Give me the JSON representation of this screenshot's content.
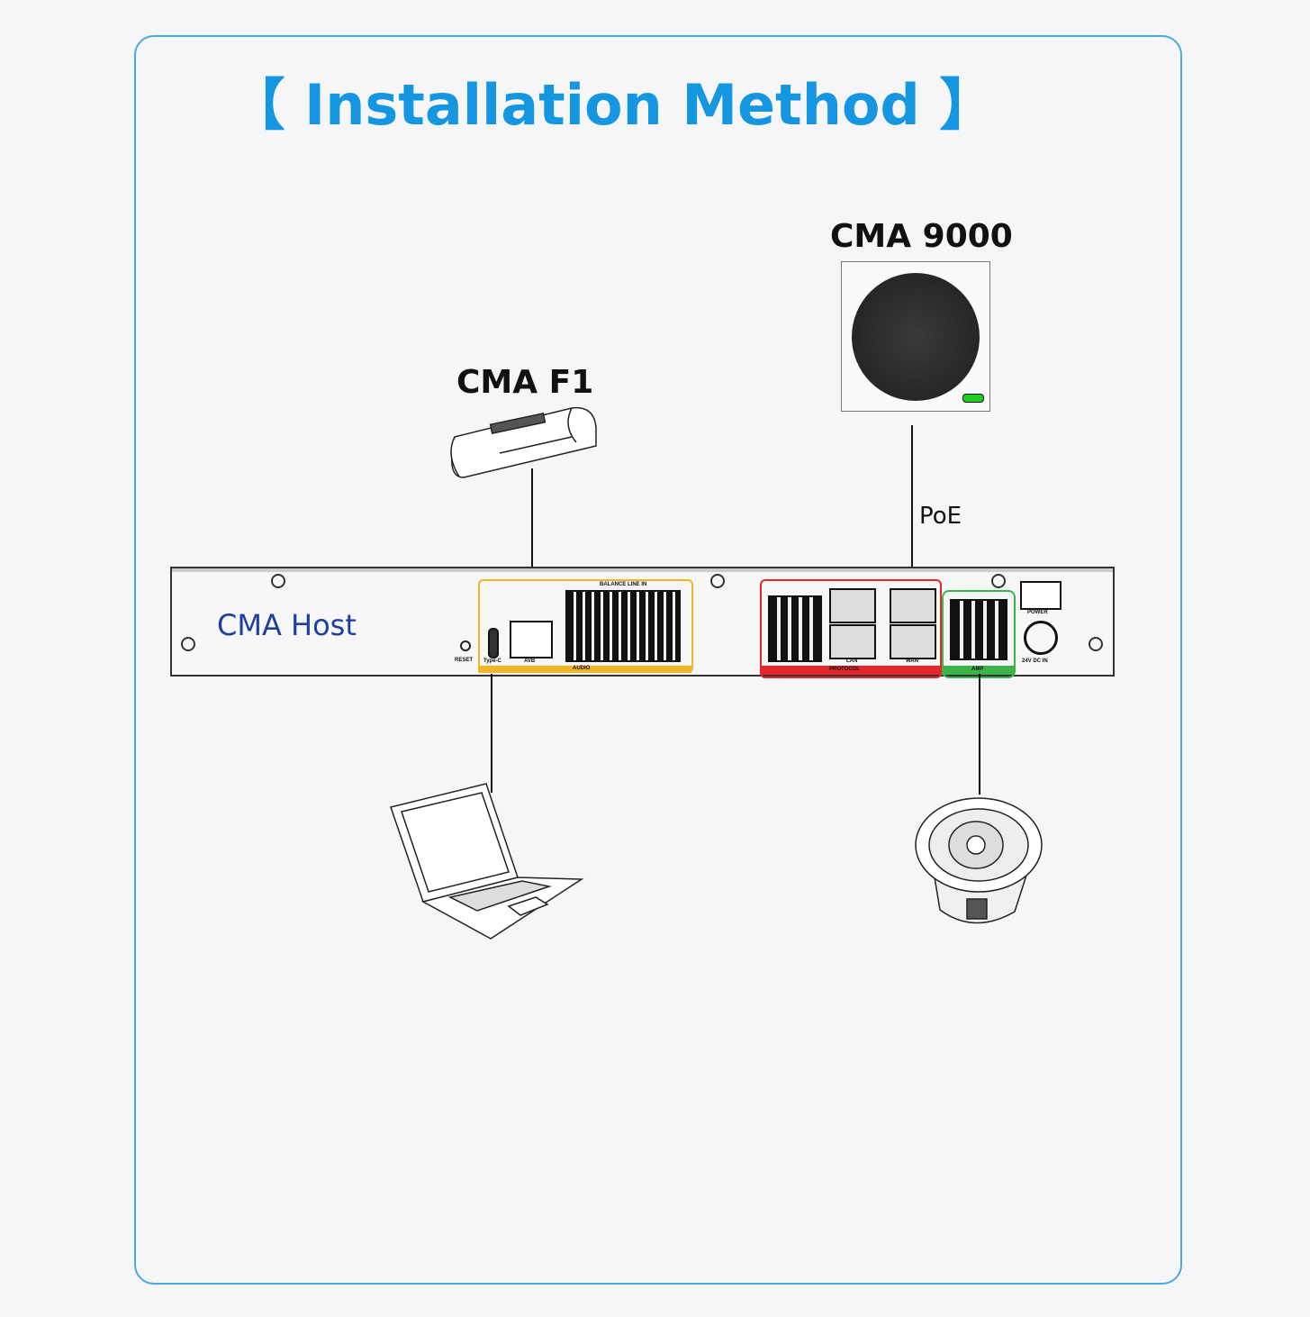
{
  "title": "【 Installation Method 】",
  "devices": {
    "cma9000": "CMA 9000",
    "cmaf1": "CMA F1",
    "host": "CMA Host"
  },
  "connections": {
    "poe": "PoE"
  },
  "host_panel": {
    "reset": "RESET",
    "typec": "Type-C",
    "avb": "AVB",
    "balance": "BALANCE LINE IN",
    "audio": "AUDIO",
    "protocol": "PROTOCOL",
    "lan": "LAN",
    "wan": "WAN",
    "amp": "AMP",
    "power": "POWER",
    "dc": "24V DC IN"
  },
  "colors": {
    "accent": "#1596e0",
    "audio": "#f2b524",
    "protocol": "#e5262b",
    "amp": "#3cb44a",
    "host_label": "#1f3fa0"
  }
}
